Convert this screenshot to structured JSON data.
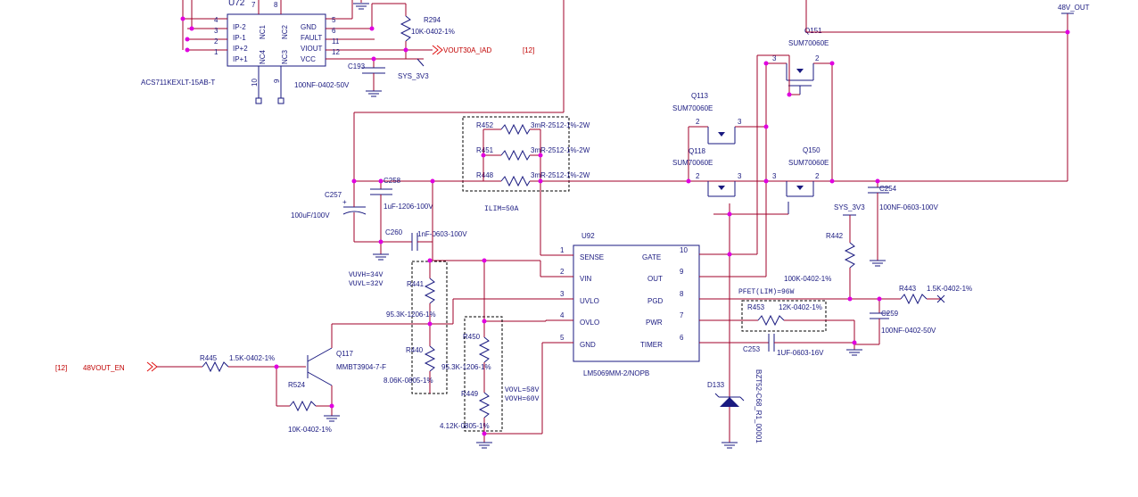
{
  "net_labels": {
    "out48": "48V_OUT",
    "vout30": "VOUT30A_IAD",
    "vout30_ref": "[12]",
    "en48": "48VOUT_EN",
    "en48_ref": "[12]",
    "sys3v3_a": "SYS_3V3",
    "sys3v3_b": "SYS_3V3",
    "ilim": "ILIM=50A",
    "uv": "VUVH=34V",
    "uvl": "VUVL=32V",
    "ov": "VOVL=58V",
    "ovh": "VOVH=60V",
    "pfet": "PFET(LIM)=96W"
  },
  "u72": {
    "ref": "U72",
    "part": "ACS711KEXLT-15AB-T",
    "left_pins": [
      "IP-2",
      "IP-1",
      "IP+2",
      "IP+1"
    ],
    "left_nums": [
      "4",
      "3",
      "2",
      "1"
    ],
    "inner": [
      "NC1",
      "NC4",
      "NC2",
      "NC3"
    ],
    "right_pins": [
      "GND",
      "FAULT",
      "VIOUT",
      "VCC"
    ],
    "right_nums": [
      "5",
      "6",
      "11",
      "12"
    ],
    "top_nums": [
      "7",
      "8"
    ],
    "bottom_nums": [
      "10",
      "9"
    ]
  },
  "u92": {
    "ref": "U92",
    "part": "LM5069MM-2/NOPB",
    "left_pins": [
      "SENSE",
      "VIN",
      "UVLO",
      "OVLO",
      "GND"
    ],
    "left_nums": [
      "1",
      "2",
      "3",
      "4",
      "5"
    ],
    "right_pins": [
      "GATE",
      "OUT",
      "PGD",
      "PWR",
      "TIMER"
    ],
    "right_nums": [
      "10",
      "9",
      "8",
      "7",
      "6"
    ]
  },
  "fets": [
    {
      "ref": "Q151",
      "part": "SUM70060E",
      "p3": "3",
      "p2": "2"
    },
    {
      "ref": "Q113",
      "part": "SUM70060E",
      "p3": "3",
      "p2": "2"
    },
    {
      "ref": "Q118",
      "part": "SUM70060E",
      "p3": "3",
      "p2": "2"
    },
    {
      "ref": "Q150",
      "part": "SUM70060E",
      "p3": "3",
      "p2": "2"
    }
  ],
  "bjt": {
    "ref": "Q117",
    "part": "MMBT3904-7-F"
  },
  "diode": {
    "ref": "D133",
    "part": "BZT52-C68_R1_00001"
  },
  "resistors": [
    {
      "ref": "R294",
      "value": "10K-0402-1%"
    },
    {
      "ref": "R452",
      "value": "3mR-2512-1%-2W"
    },
    {
      "ref": "R451",
      "value": "3mR-2512-1%-2W"
    },
    {
      "ref": "R448",
      "value": "3mR-2512-1%-2W"
    },
    {
      "ref": "R441",
      "value": "95.3K-1206-1%"
    },
    {
      "ref": "R440",
      "value": "8.06K-0805-1%"
    },
    {
      "ref": "R450",
      "value": "95.3K-1206-1%"
    },
    {
      "ref": "R449",
      "value": "4.12K-0805-1%"
    },
    {
      "ref": "R445",
      "value": "1.5K-0402-1%"
    },
    {
      "ref": "R524",
      "value": "10K-0402-1%"
    },
    {
      "ref": "R442",
      "value": "100K-0402-1%"
    },
    {
      "ref": "R443",
      "value": "1.5K-0402-1%"
    },
    {
      "ref": "R453",
      "value": "12K-0402-1%"
    }
  ],
  "capacitors": [
    {
      "ref": "C193",
      "value": "100NF-0402-50V"
    },
    {
      "ref": "C257",
      "value": "100uF/100V"
    },
    {
      "ref": "C258",
      "value": "1uF-1206-100V"
    },
    {
      "ref": "C260",
      "value": "1nF-0603-100V"
    },
    {
      "ref": "C254",
      "value": "100NF-0603-100V"
    },
    {
      "ref": "C259",
      "value": "100NF-0402-50V"
    },
    {
      "ref": "C253",
      "value": "1UF-0603-16V"
    }
  ]
}
